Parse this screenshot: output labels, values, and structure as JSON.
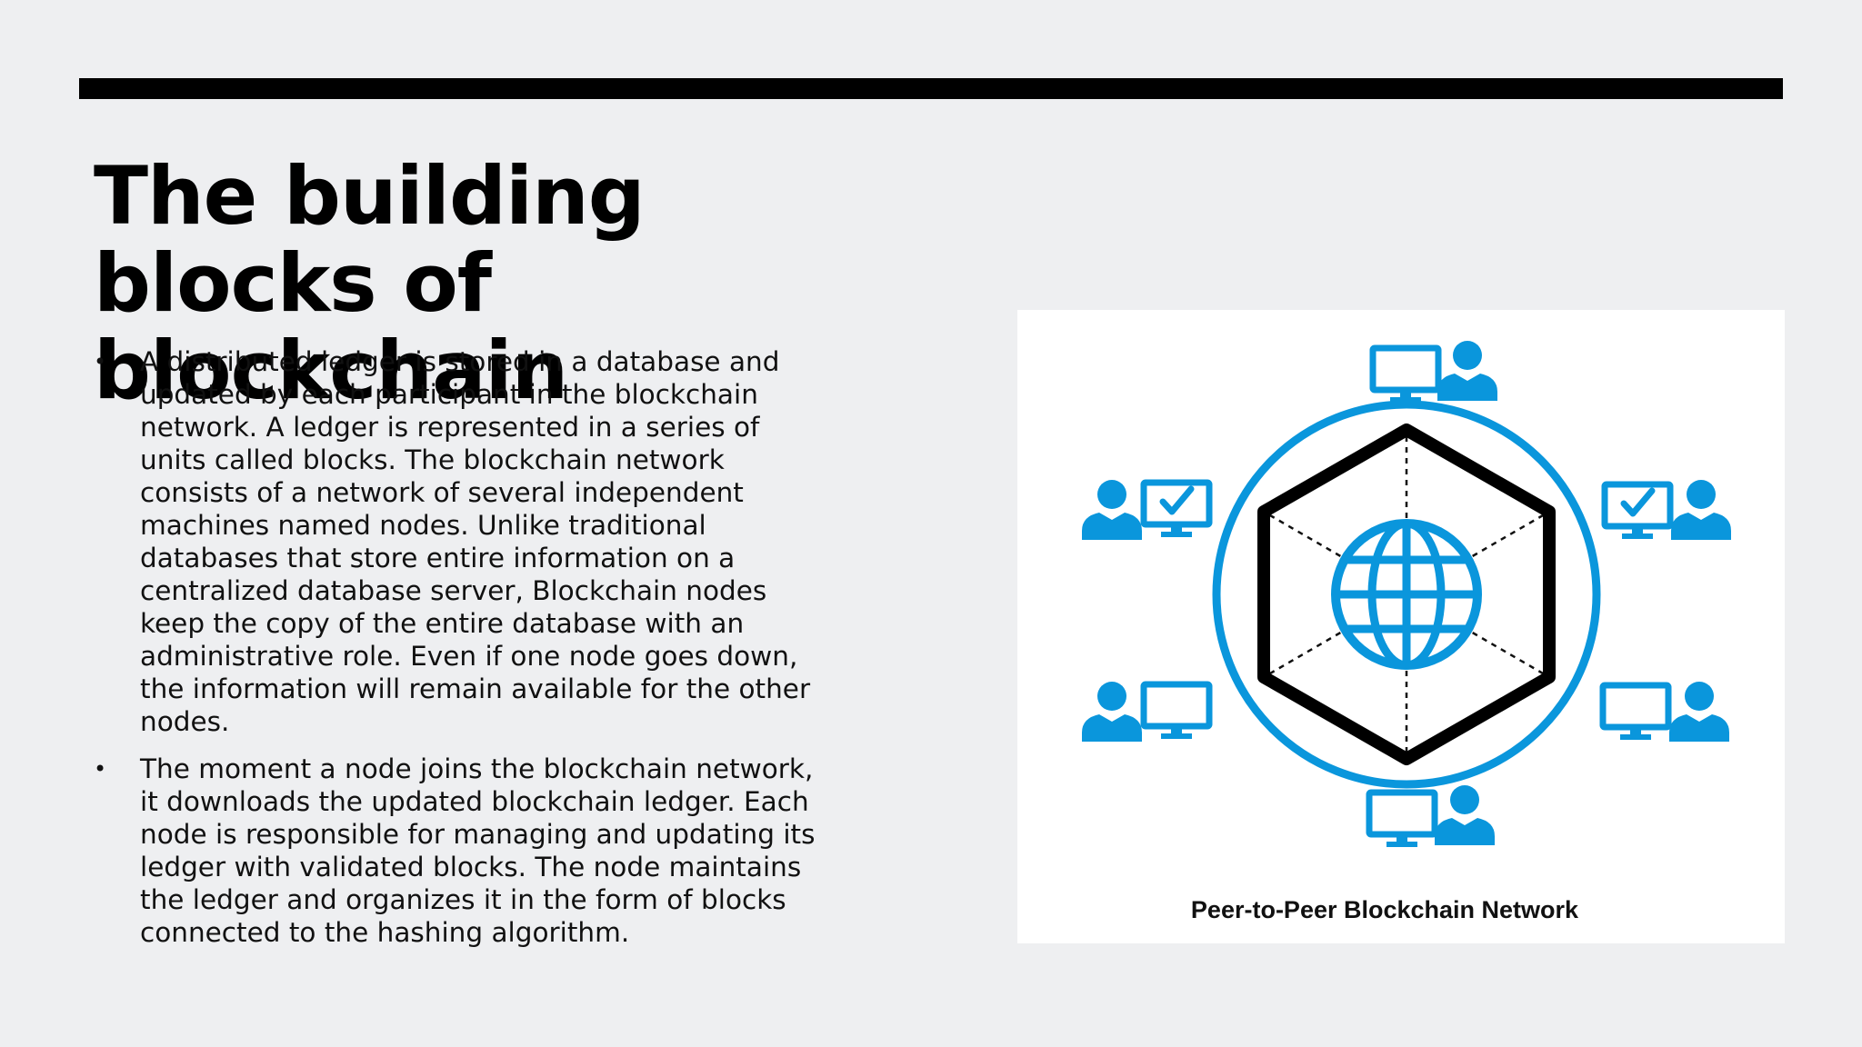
{
  "slide": {
    "title": "The building blocks of blockchain",
    "bullets": [
      "A distributed ledger is stored in a database and updated by each participant in the blockchain network. A ledger is represented in a series of units called blocks. The blockchain network consists of a network of several independent machines named nodes. Unlike traditional databases that store entire information on a centralized database server, Blockchain nodes keep the copy of the entire database with an administrative role. Even if one node goes down, the information will remain available for the other nodes.",
      "The moment a node joins the blockchain network, it downloads the updated blockchain ledger. Each node is responsible for managing and updating its ledger with validated blocks. The node maintains the ledger and organizes it in the form of blocks connected to the hashing algorithm."
    ],
    "bullet_symbol": "•"
  },
  "figure": {
    "caption": "Peer-to-Peer Blockchain Network",
    "accent_color": "#0a96dc",
    "icons": [
      "globe-icon",
      "monitor-icon",
      "user-icon",
      "checkmark-icon"
    ]
  },
  "colors": {
    "background": "#eeeff1",
    "bar": "#000000",
    "text": "#111111"
  }
}
